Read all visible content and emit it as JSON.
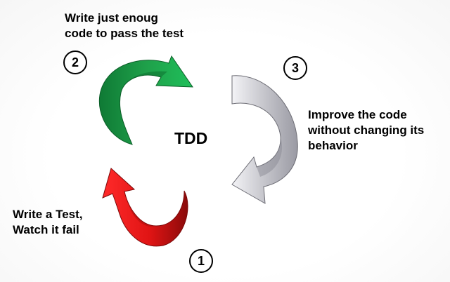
{
  "diagram": {
    "center_label": "TDD",
    "steps": [
      {
        "number": "1",
        "line1": "Write a Test,",
        "line2": "Watch it fail",
        "color": "#e01010"
      },
      {
        "number": "2",
        "line1": "Write just enoug",
        "line2": "code to pass the test",
        "color": "#1fa04a"
      },
      {
        "number": "3",
        "line1": "Improve the code",
        "line2": "without changing its",
        "line3": "behavior",
        "color": "#b4b4bc"
      }
    ]
  }
}
